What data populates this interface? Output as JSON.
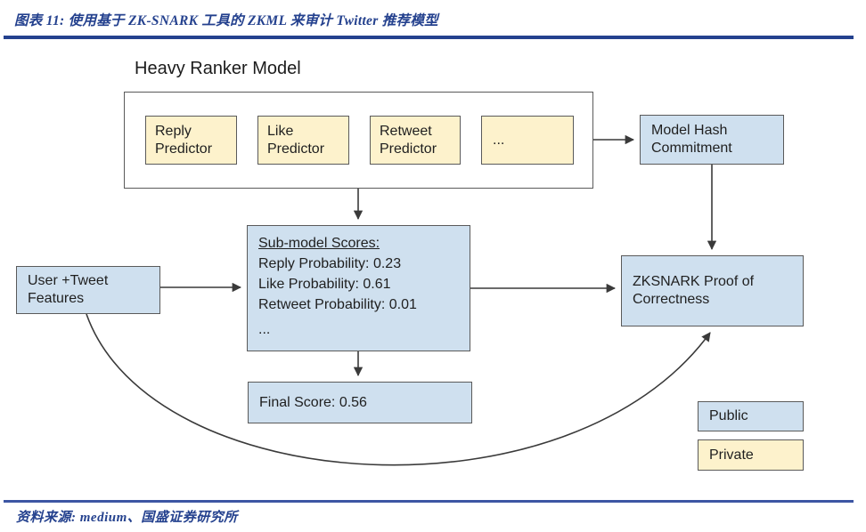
{
  "header": {
    "title": "图表 11:  使用基于 ZK-SNARK 工具的 ZKML 来审计 Twitter 推荐模型"
  },
  "footer": {
    "source": "资料来源: medium、国盛证券研究所"
  },
  "diagram": {
    "heavy_ranker_label": "Heavy Ranker Model",
    "predictors": [
      "Reply Predictor",
      "Like Predictor",
      "Retweet Predictor",
      "..."
    ],
    "model_hash": "Model Hash Commitment",
    "user_tweet": "User +Tweet Features",
    "submodel": {
      "title": "Sub-model Scores:",
      "lines": [
        "Reply Probability: 0.23",
        "Like Probability: 0.61",
        "Retweet Probability: 0.01",
        "..."
      ]
    },
    "zksnark": "ZKSNARK Proof of Correctness",
    "final_score": "Final Score: 0.56",
    "legend": {
      "public": "Public",
      "private": "Private"
    },
    "colors": {
      "accent_navy": "#24418e",
      "public_fill": "#cfe0ef",
      "private_fill": "#fdf2cc",
      "arrow": "#3a3a3a"
    }
  }
}
